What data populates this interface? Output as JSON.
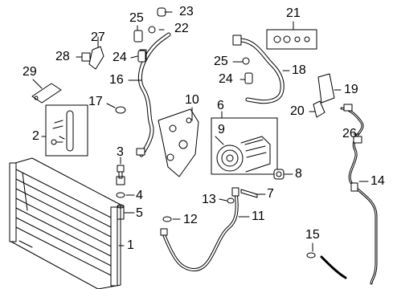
{
  "callouts": {
    "c1": "1",
    "c2": "2",
    "c3": "3",
    "c4": "4",
    "c5": "5",
    "c6": "6",
    "c7": "7",
    "c8": "8",
    "c9": "9",
    "c10": "10",
    "c11": "11",
    "c12": "12",
    "c13": "13",
    "c14": "14",
    "c15": "15",
    "c16": "16",
    "c17": "17",
    "c18": "18",
    "c19": "19",
    "c20": "20",
    "c21": "21",
    "c22": "22",
    "c23": "23",
    "c24a": "24",
    "c24b": "24",
    "c25a": "25",
    "c25b": "25",
    "c26": "26",
    "c27": "27",
    "c28": "28",
    "c29": "29"
  }
}
